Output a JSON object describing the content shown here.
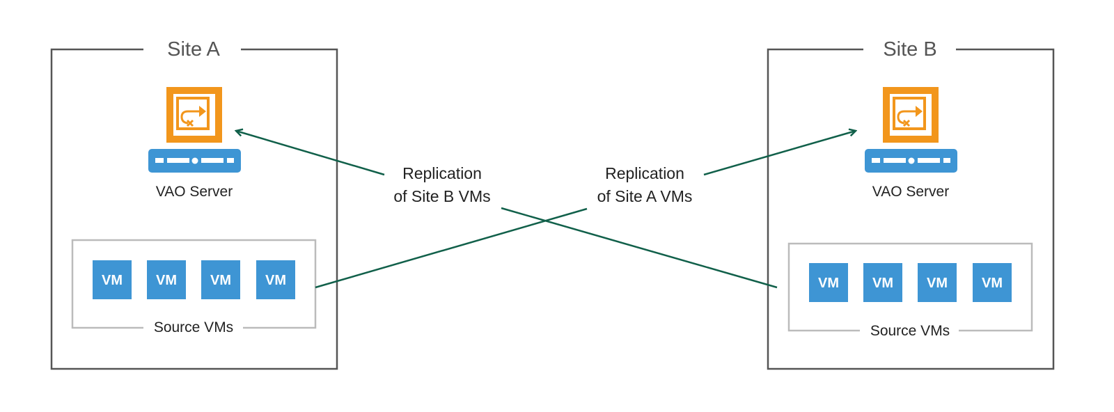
{
  "sites": [
    {
      "title": "Site A",
      "server_label": "VAO Server",
      "group_label": "Source VMs",
      "vms": [
        "VM",
        "VM",
        "VM",
        "VM"
      ]
    },
    {
      "title": "Site B",
      "server_label": "VAO Server",
      "group_label": "Source VMs",
      "vms": [
        "VM",
        "VM",
        "VM",
        "VM"
      ]
    }
  ],
  "replication": [
    {
      "line1": "Replication",
      "line2": "of Site B VMs"
    },
    {
      "line1": "Replication",
      "line2": "of Site A VMs"
    }
  ],
  "colors": {
    "site_border": "#555555",
    "group_border": "#bbbbbb",
    "vm_fill": "#3e95d4",
    "server_orange": "#f2961c",
    "server_blue": "#3e95d4",
    "arrow": "#11604a"
  },
  "icons": [
    "vao-server-icon",
    "vm-icon",
    "replication-arrow"
  ]
}
